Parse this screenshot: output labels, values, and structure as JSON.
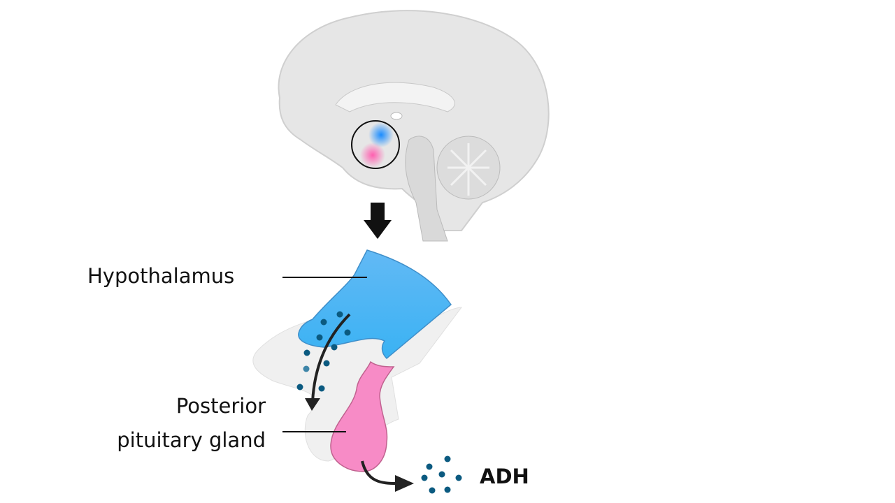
{
  "labels": {
    "hypothalamus": "Hypothalamus",
    "posterior_line1": "Posterior",
    "posterior_line2": "pituitary gland",
    "hormone": "ADH"
  },
  "colors": {
    "hypothalamus": "#45b3f2",
    "pituitary": "#f78bc6",
    "hormone_particles": "#0b5a80",
    "brain": "#e4e4e4",
    "arrow": "#111111"
  }
}
